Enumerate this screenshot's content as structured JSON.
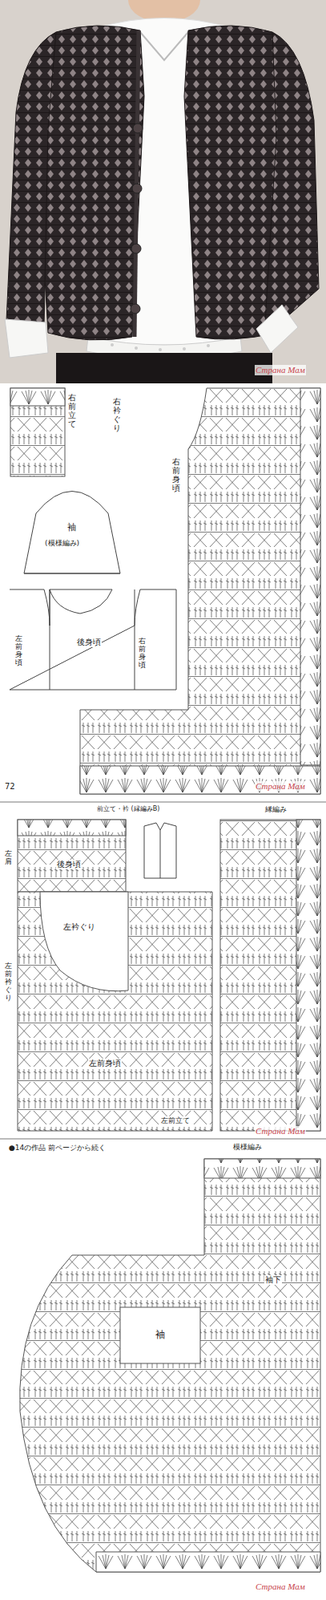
{
  "diagram": {
    "labels": [
      "Страна Мам",
      "右前立て",
      "右衿ぐり",
      "右前身頃",
      "袖",
      "(模様編み)",
      "後身頃",
      "右前身頃",
      "左前身頃",
      "72",
      "Страна Мам",
      "前立て・衿 (縁編みB)",
      "縁編み",
      "後身頃",
      "左衿ぐり",
      "左肩",
      "左前衿ぐり",
      "左前身頃",
      "左前立て",
      "Страна Мам",
      "●14の作品 前ページから続く",
      "模様編み",
      "袖下",
      "袖",
      "Страна Мам"
    ]
  }
}
